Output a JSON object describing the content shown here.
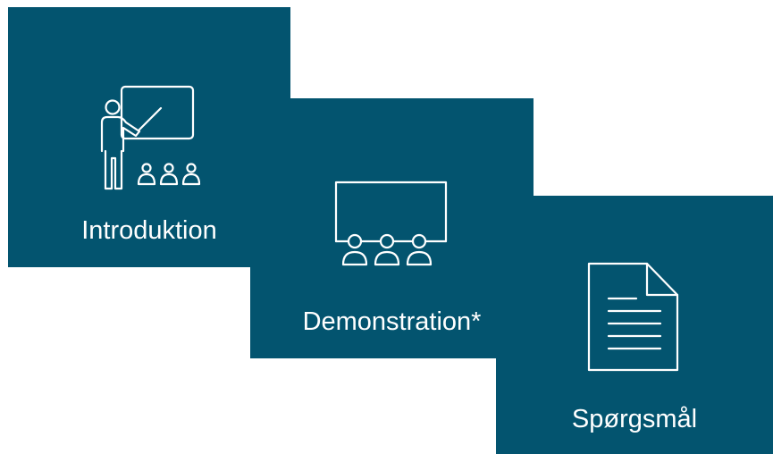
{
  "colors": {
    "tile_background": "#03546f",
    "foreground": "#ffffff",
    "page_background": "#ffffff"
  },
  "tiles": [
    {
      "label": "Introduktion",
      "icon": "presenter-classroom-icon"
    },
    {
      "label": "Demonstration*",
      "icon": "audience-screen-icon"
    },
    {
      "label": "Spørgsmål",
      "icon": "document-icon"
    }
  ]
}
